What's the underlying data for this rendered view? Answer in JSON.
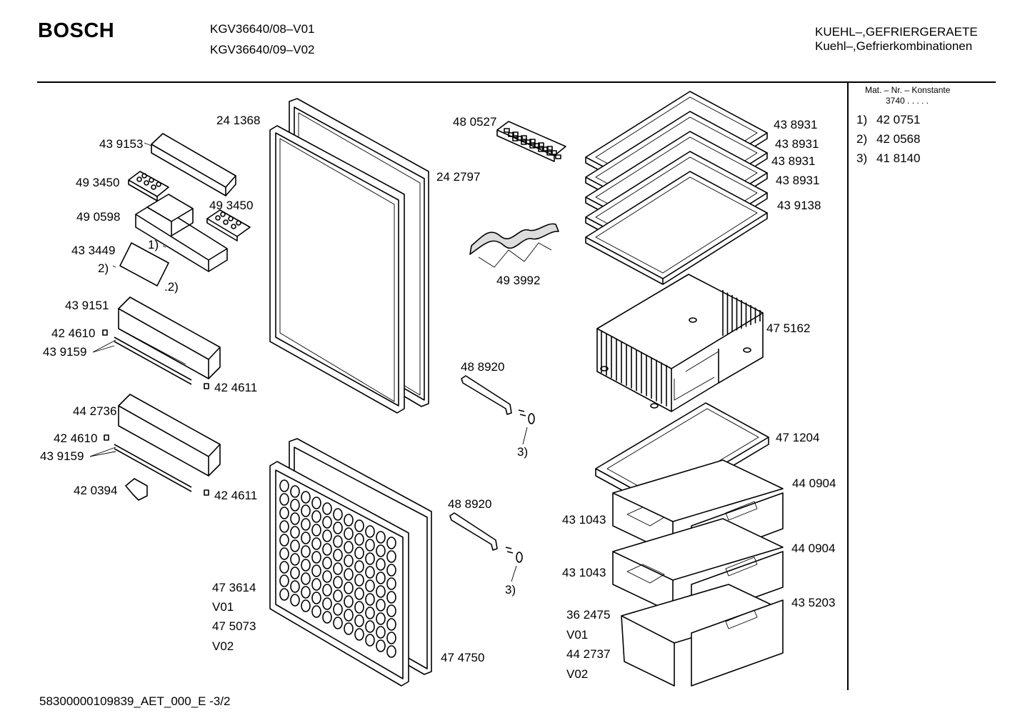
{
  "header": {
    "brand": "BOSCH",
    "models": [
      "KGV36640/08–V01",
      "KGV36640/09–V02"
    ],
    "category": "KUEHL–,GEFRIERGERAETE",
    "subcategory": "Kuehl–,Gefrierkombinationen"
  },
  "sidebar": {
    "mat_header": "Mat. – Nr. – Konstante",
    "mat_constant": "3740  .  .  .  .  .",
    "variants": [
      {
        "num": "1)",
        "part": "42 0751"
      },
      {
        "num": "2)",
        "part": "42 0568"
      },
      {
        "num": "3)",
        "part": "41 8140"
      }
    ]
  },
  "labels": [
    "24 1368",
    "43 9153",
    "49 3450",
    "49 0598",
    "49 3450",
    "43 3449",
    "1)",
    "2)",
    ".2)",
    "43 9151",
    "42 4610",
    "43 9159",
    "42 4611",
    "44 2736",
    "42 4610",
    "43 9159",
    "42 0394",
    "42 4611",
    "48 0527",
    "24 2797",
    "49 3992",
    "48 8920",
    "3)",
    "48 8920",
    "3)",
    "47 3614",
    "V01",
    "47 5073",
    "V02",
    "47 4750",
    "43 8931",
    "43 8931",
    "43 8931",
    "43 8931",
    "43 9138",
    "47 5162",
    "47 1204",
    "44 0904",
    "43 1043",
    "44 0904",
    "43 1043",
    "43 5203",
    "36 2475",
    "V01",
    "44 2737",
    "V02"
  ],
  "footer": {
    "doc_id": "58300000109839_AET_000_E -3/2"
  }
}
